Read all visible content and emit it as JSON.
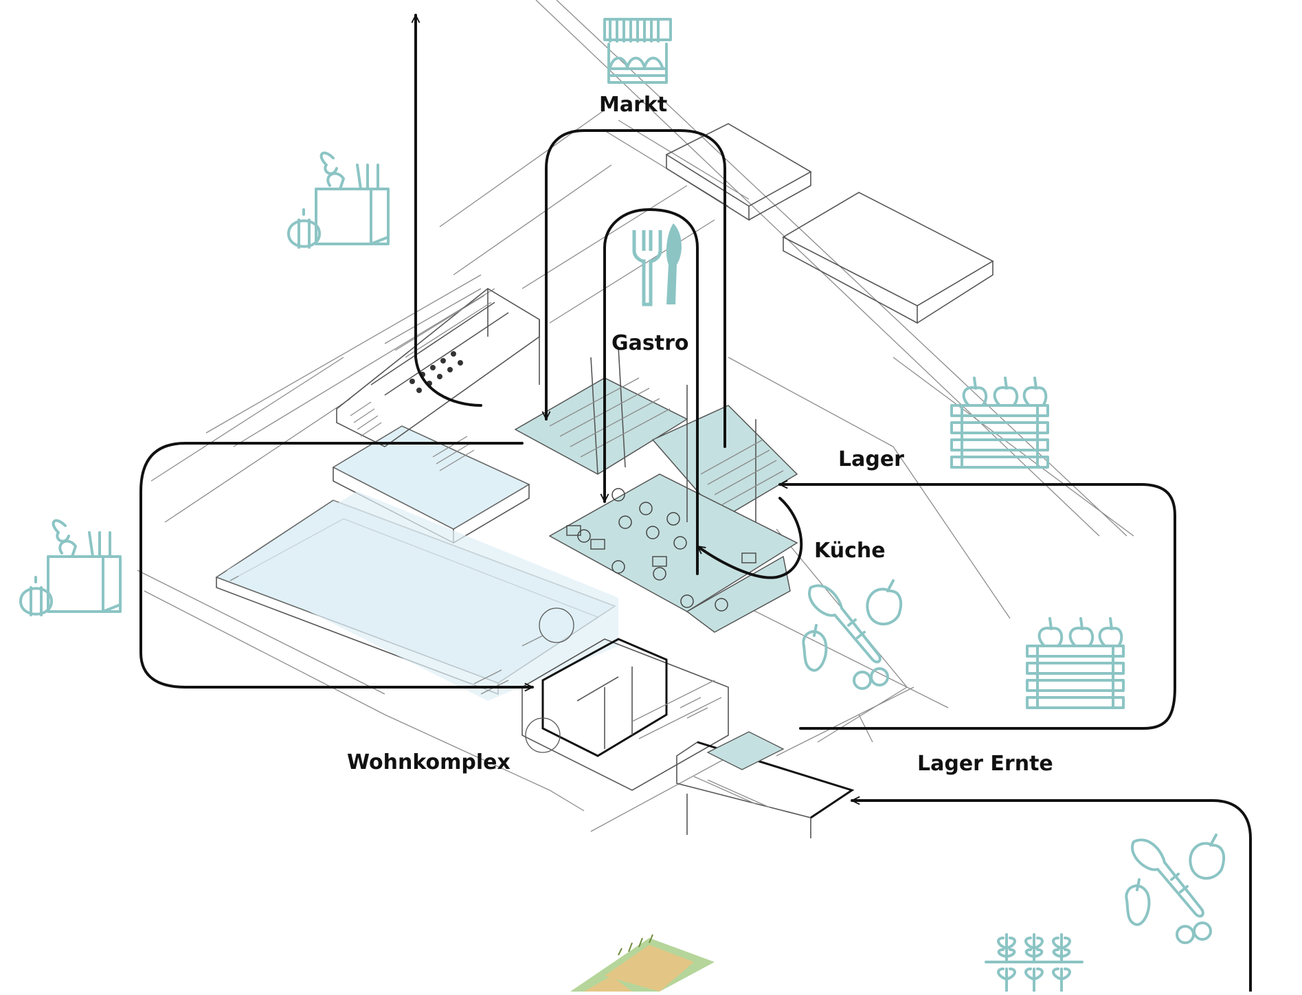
{
  "diagram": {
    "labels": {
      "markt": "Markt",
      "gastro": "Gastro",
      "lager": "Lager",
      "kueche": "Küche",
      "wohnkomplex": "Wohnkomplex",
      "lager_ernte": "Lager Ernte"
    },
    "icons": [
      "market-stall-icon",
      "grocery-bag-icon",
      "fork-knife-icon",
      "vegetable-crate-icon",
      "vegetables-icon",
      "seedlings-icon"
    ],
    "colors": {
      "icon_teal": "#8cc4c4",
      "floor_teal": "#c5e0e0",
      "pool_blue": "#dff0f6",
      "flow_line": "#111111",
      "field_green": "#b5d59a",
      "field_wheat": "#e3c685"
    }
  }
}
